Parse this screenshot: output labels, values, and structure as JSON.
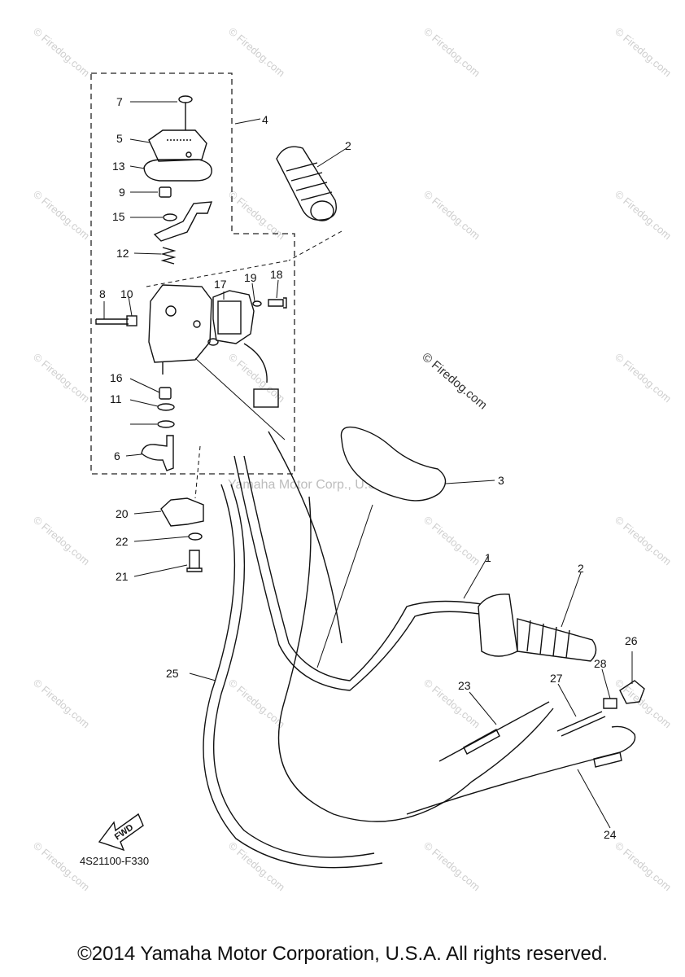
{
  "watermark": "© Firedog.com",
  "center_watermark": "Yamaha Motor Corp., U.S.A.",
  "side_watermark": "© Firedog.com",
  "fwd_label": "FWD",
  "diagram_code": "4S21100-F330",
  "copyright": "©2014 Yamaha Motor Corporation, U.S.A. All rights reserved.",
  "callouts": {
    "c1": "1",
    "c2a": "2",
    "c2b": "2",
    "c3": "3",
    "c4": "4",
    "c5": "5",
    "c6": "6",
    "c7": "7",
    "c8": "8",
    "c9": "9",
    "c10": "10",
    "c11": "11",
    "c12": "12",
    "c13": "13",
    "c15": "15",
    "c16": "16",
    "c17": "17",
    "c18": "18",
    "c19": "19",
    "c20": "20",
    "c21": "21",
    "c22": "22",
    "c23": "23",
    "c24": "24",
    "c25": "25",
    "c26": "26",
    "c27": "27",
    "c28": "28"
  }
}
